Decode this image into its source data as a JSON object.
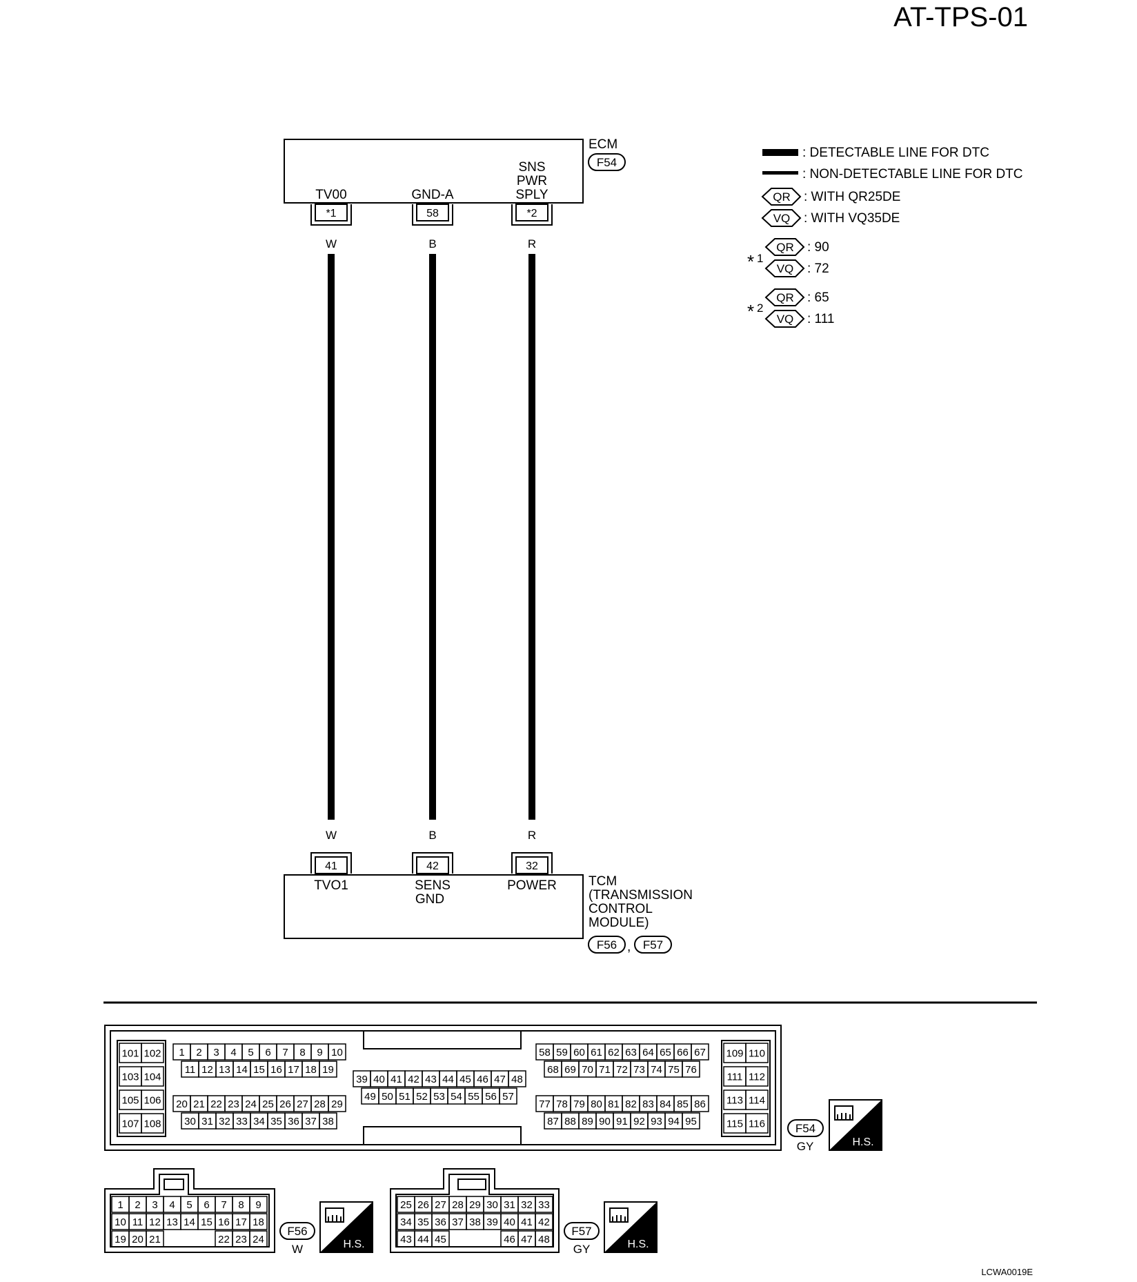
{
  "page_id": "AT-TPS-01",
  "figure_code": "LCWA0019E",
  "ecm": {
    "name": "ECM",
    "connector": "F54",
    "terminals": [
      {
        "label": "TV00",
        "pin": "*1",
        "wire_color": "W"
      },
      {
        "label": "GND-A",
        "pin": "58",
        "wire_color": "B"
      },
      {
        "label_lines": [
          "SNS",
          "PWR",
          "SPLY"
        ],
        "pin": "*2",
        "wire_color": "R"
      }
    ]
  },
  "tcm": {
    "name_lines": [
      "TCM",
      "(TRANSMISSION",
      "CONTROL",
      "MODULE)"
    ],
    "connectors": [
      "F56",
      "F57"
    ],
    "connector_separator": ",",
    "terminals": [
      {
        "label": "TVO1",
        "pin": "41",
        "wire_color": "W"
      },
      {
        "label_lines": [
          "SENS",
          "GND"
        ],
        "pin": "42",
        "wire_color": "B"
      },
      {
        "label": "POWER",
        "pin": "32",
        "wire_color": "R"
      }
    ]
  },
  "legend": {
    "detectable": ": DETECTABLE LINE FOR DTC",
    "non_detectable": ": NON-DETECTABLE LINE FOR DTC",
    "qr_badge": "QR",
    "vq_badge": "VQ",
    "qr_text": ": WITH QR25DE",
    "vq_text": ": WITH VQ35DE",
    "notes": [
      {
        "star": "*",
        "num": "1",
        "qr": ": 90",
        "vq": ": 72"
      },
      {
        "star": "*",
        "num": "2",
        "qr": ": 65",
        "vq": ": 111"
      }
    ]
  },
  "connector_views": {
    "f54": {
      "id": "F54",
      "color": "GY",
      "hs": "H.S.",
      "left_pairs": [
        [
          "101",
          "102"
        ],
        [
          "103",
          "104"
        ],
        [
          "105",
          "106"
        ],
        [
          "107",
          "108"
        ]
      ],
      "right_pairs": [
        [
          "109",
          "110"
        ],
        [
          "111",
          "112"
        ],
        [
          "113",
          "114"
        ],
        [
          "115",
          "116"
        ]
      ],
      "g1_row1": [
        "1",
        "2",
        "3",
        "4",
        "5",
        "6",
        "7",
        "8",
        "9",
        "10"
      ],
      "g1_row2": [
        "11",
        "12",
        "13",
        "14",
        "15",
        "16",
        "17",
        "18",
        "19"
      ],
      "g1_row3": [
        "20",
        "21",
        "22",
        "23",
        "24",
        "25",
        "26",
        "27",
        "28",
        "29"
      ],
      "g1_row4": [
        "30",
        "31",
        "32",
        "33",
        "34",
        "35",
        "36",
        "37",
        "38"
      ],
      "g2_row1": [
        "39",
        "40",
        "41",
        "42",
        "43",
        "44",
        "45",
        "46",
        "47",
        "48"
      ],
      "g2_row2": [
        "49",
        "50",
        "51",
        "52",
        "53",
        "54",
        "55",
        "56",
        "57"
      ],
      "g3_row1": [
        "58",
        "59",
        "60",
        "61",
        "62",
        "63",
        "64",
        "65",
        "66",
        "67"
      ],
      "g3_row2": [
        "68",
        "69",
        "70",
        "71",
        "72",
        "73",
        "74",
        "75",
        "76"
      ],
      "g3_row3": [
        "77",
        "78",
        "79",
        "80",
        "81",
        "82",
        "83",
        "84",
        "85",
        "86"
      ],
      "g3_row4": [
        "87",
        "88",
        "89",
        "90",
        "91",
        "92",
        "93",
        "94",
        "95"
      ]
    },
    "f56": {
      "id": "F56",
      "color": "W",
      "hs": "H.S.",
      "row1": [
        "1",
        "2",
        "3",
        "4",
        "5",
        "6",
        "7",
        "8",
        "9"
      ],
      "row2": [
        "10",
        "11",
        "12",
        "13",
        "14",
        "15",
        "16",
        "17",
        "18"
      ],
      "row3_left": [
        "19",
        "20",
        "21"
      ],
      "row3_right": [
        "22",
        "23",
        "24"
      ]
    },
    "f57": {
      "id": "F57",
      "color": "GY",
      "hs": "H.S.",
      "row1": [
        "25",
        "26",
        "27",
        "28",
        "29",
        "30",
        "31",
        "32",
        "33"
      ],
      "row2": [
        "34",
        "35",
        "36",
        "37",
        "38",
        "39",
        "40",
        "41",
        "42"
      ],
      "row3_left": [
        "43",
        "44",
        "45"
      ],
      "row3_right": [
        "46",
        "47",
        "48"
      ]
    }
  }
}
